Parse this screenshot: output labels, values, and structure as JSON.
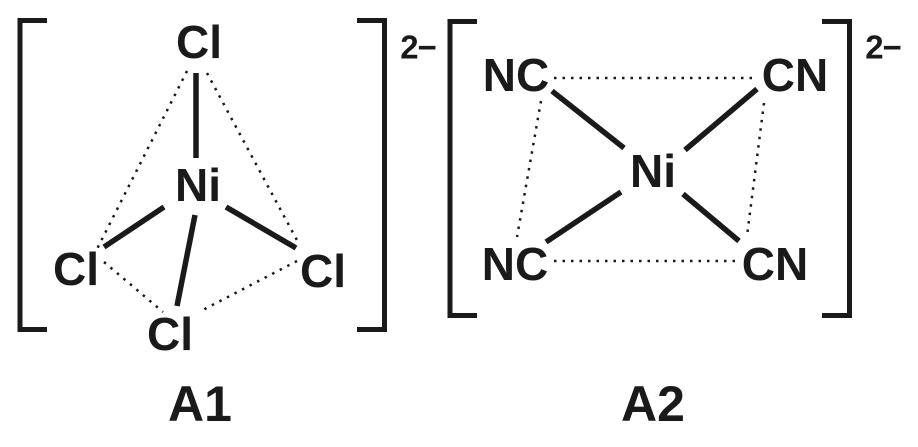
{
  "figure": {
    "background_color": "#ffffff",
    "ink_color": "#1a1a1a",
    "a1": {
      "charge": "2−",
      "central_atom": "Ni",
      "ligand_top": "Cl",
      "ligand_left": "Cl",
      "ligand_right": "Cl",
      "ligand_bottom": "Cl",
      "caption": "A1"
    },
    "a2": {
      "charge": "2−",
      "central_atom": "Ni",
      "ligand_top_left": "NC",
      "ligand_top_right": "CN",
      "ligand_bottom_left": "NC",
      "ligand_bottom_right": "CN",
      "caption": "A2"
    }
  }
}
